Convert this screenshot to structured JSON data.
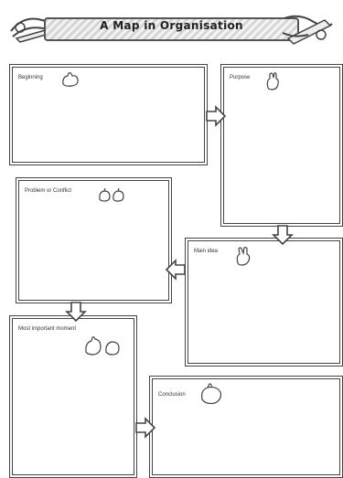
{
  "header": {
    "title": "A Map in Organisation"
  },
  "boxes": {
    "beginning": {
      "label": "Beginning",
      "icon": "hand-icon"
    },
    "purpose": {
      "label": "Purpose",
      "icon": "hand-icon"
    },
    "problem": {
      "label": "Problem or Conflict",
      "icon": "two-hands-icon"
    },
    "main_idea": {
      "label": "Main idea",
      "icon": "hand-icon"
    },
    "most_important": {
      "label": "Most important moment",
      "icon": "two-hands-icon"
    },
    "conclusion": {
      "label": "Conclusion",
      "icon": "hand-icon"
    }
  },
  "colors": {
    "frame": "#444444",
    "banner_stripe": "#d6d6d6"
  }
}
